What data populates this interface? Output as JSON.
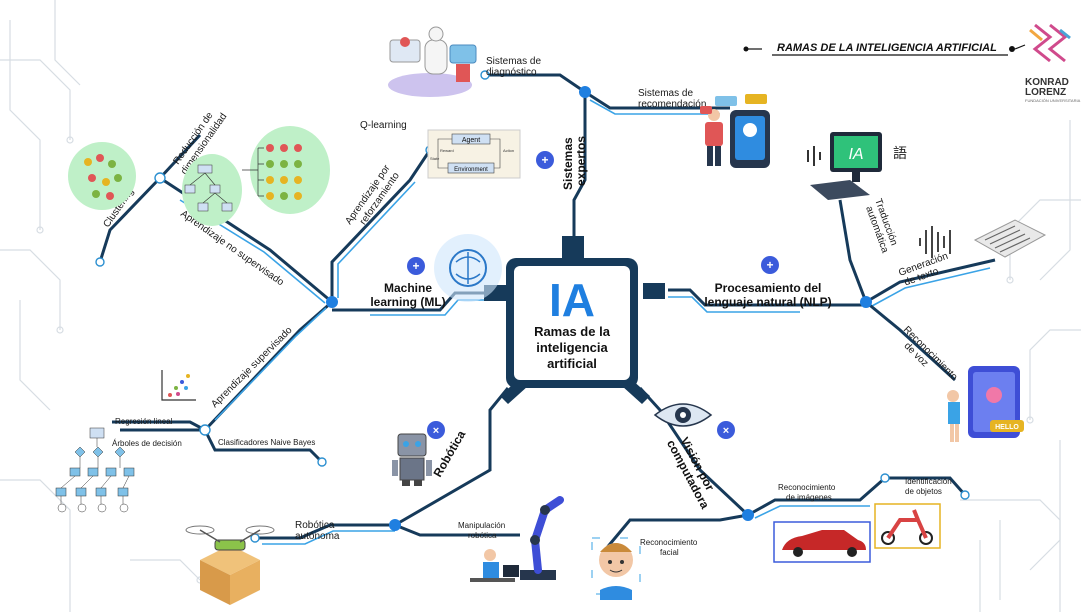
{
  "header": {
    "title": "RAMAS DE LA INTELIGENCIA ARTIFICIAL",
    "logo_text": [
      "KONRAD",
      "LORENZ"
    ],
    "logo_subtext": "FUNDACIÓN UNIVERSITARIA"
  },
  "center": {
    "big": "IA",
    "line1": "Ramas de la",
    "line2": "inteligencia",
    "line3": "artificial"
  },
  "branches": {
    "ml": {
      "label_line1": "Machine",
      "label_line2": "learning (ML)",
      "refuerzo_line1": "Aprendizaje por",
      "refuerzo_line2": "reforzamiento",
      "qlearning": "Q-learning",
      "no_supervisado": "Aprendizaje no supervisado",
      "reduccion_line1": "Reducción de",
      "reduccion_line2": "dimensionalidad",
      "clustering": "Clustering",
      "supervisado": "Aprendizaje supervisado",
      "regresion": "Regresión lineal",
      "arboles": "Árboles de decisión",
      "naive_bayes": "Clasificadores Naive Bayes"
    },
    "expertos": {
      "label_line1": "Sistemas",
      "label_line2": "expertos",
      "diagnostico_line1": "Sistemas de",
      "diagnostico_line2": "diagnóstico",
      "recomendacion_line1": "Sistemas de",
      "recomendacion_line2": "recomendación"
    },
    "nlp": {
      "label_line1": "Procesamiento del",
      "label_line2": "lenguaje natural (NLP)",
      "traduccion_line1": "Traducción",
      "traduccion_line2": "automática",
      "generacion_line1": "Generación",
      "generacion_line2": "de texto",
      "voz_line1": "Reconocimiento",
      "voz_line2": "de voz",
      "screen_text": "IA",
      "hello": "HELLO"
    },
    "robotica": {
      "label": "Robótica",
      "autonoma_line1": "Robótica",
      "autonoma_line2": "autónoma",
      "manipulacion_line1": "Manipulación",
      "manipulacion_line2": "robótica"
    },
    "vision": {
      "label_line1": "Visión por",
      "label_line2": "computadora",
      "facial_line1": "Reconocimiento",
      "facial_line2": "facial",
      "imagenes_line1": "Reconocimiento",
      "imagenes_line2": "de imágenes",
      "objetos_line1": "Identificación",
      "objetos_line2": "de objetos"
    }
  },
  "rl_diagram": {
    "agent": "Agent",
    "reward": "Reward",
    "state": "State",
    "action": "Action",
    "environment": "Environment"
  },
  "colors": {
    "navy": "#163a5a",
    "accent_blue": "#1f7fe0",
    "light_blue": "#3aa3e6",
    "center_bg": "#ffffff"
  }
}
